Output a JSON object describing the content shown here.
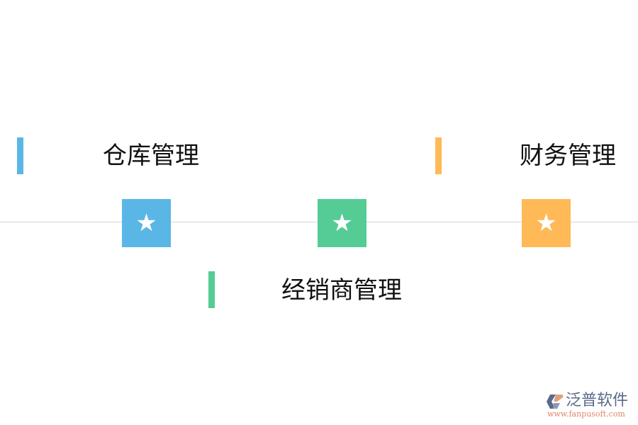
{
  "colors": {
    "blue": "#5ab7e5",
    "green": "#55cc95",
    "orange": "#ffb957",
    "line": "#d6d6d6",
    "text": "#111111"
  },
  "nodes": [
    {
      "label": "仓库管理",
      "icon": "star-icon",
      "glyph": "★",
      "color": "#5ab7e5",
      "position": "above"
    },
    {
      "label": "经销商管理",
      "icon": "star-icon",
      "glyph": "★",
      "color": "#55cc95",
      "position": "below"
    },
    {
      "label": "财务管理",
      "icon": "star-icon",
      "glyph": "★",
      "color": "#ffb957",
      "position": "above"
    }
  ],
  "watermark": {
    "name": "泛普软件",
    "url": "www.fanpusoft.com"
  }
}
